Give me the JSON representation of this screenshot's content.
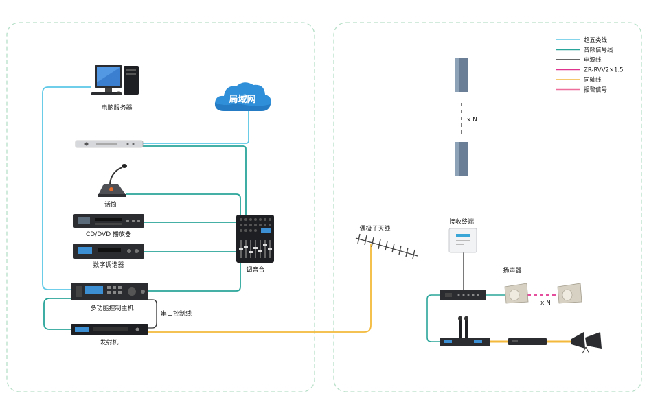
{
  "colors": {
    "cat5": "#5bc7e6",
    "audio": "#2aa59a",
    "power": "#333333",
    "zr_rvv": "#e0358f",
    "coax": "#f3b93b",
    "alarm": "#ee6f9a",
    "panel_border": "#b7dfc8",
    "device_dark": "#2a2c30",
    "cloud": "#2f8fd8"
  },
  "legend": [
    {
      "key": "cat5",
      "label": "超五类线"
    },
    {
      "key": "audio",
      "label": "音频信号线"
    },
    {
      "key": "power",
      "label": "电源线"
    },
    {
      "key": "zr_rvv",
      "label": "ZR-RVV2×1.5"
    },
    {
      "key": "coax",
      "label": "同轴线"
    },
    {
      "key": "alarm",
      "label": "报警信号"
    }
  ],
  "left": {
    "server_label": "电脑服务器",
    "cloud_label": "局域网",
    "mic_label": "话筒",
    "cd_label": "CD/DVD 播放器",
    "tuner_label": "数字调谐器",
    "controller_label": "多功能控制主机",
    "serial_label": "串口控制线",
    "transmitter_label": "发射机",
    "mixer_label": "调音台"
  },
  "right": {
    "antenna_label": "偶极子天线",
    "receiver_label": "接收终端",
    "speaker_label": "扬声器",
    "xn_column": "x N",
    "xn_speaker": "x N"
  }
}
